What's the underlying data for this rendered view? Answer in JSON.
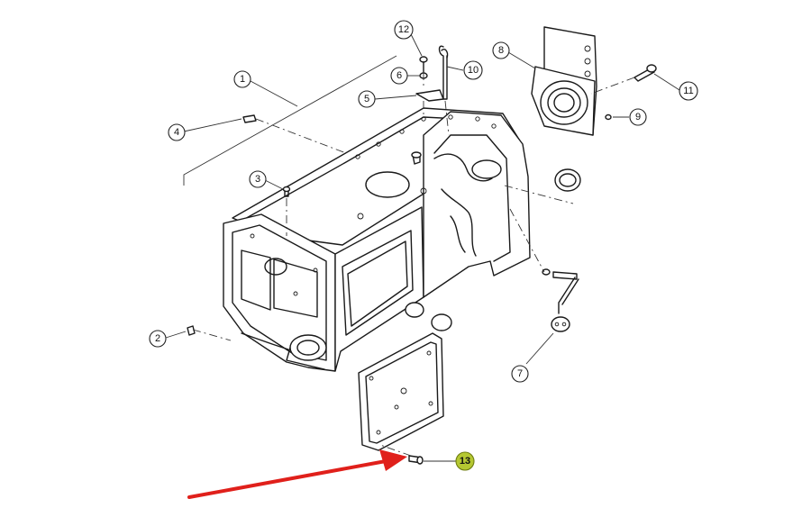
{
  "diagram": {
    "callouts": [
      {
        "id": "c1",
        "label": "1"
      },
      {
        "id": "c2",
        "label": "2"
      },
      {
        "id": "c3",
        "label": "3"
      },
      {
        "id": "c4",
        "label": "4"
      },
      {
        "id": "c5",
        "label": "5"
      },
      {
        "id": "c6",
        "label": "6"
      },
      {
        "id": "c7",
        "label": "7"
      },
      {
        "id": "c8",
        "label": "8"
      },
      {
        "id": "c9",
        "label": "9"
      },
      {
        "id": "c10",
        "label": "10"
      },
      {
        "id": "c11",
        "label": "11"
      },
      {
        "id": "c12",
        "label": "12"
      },
      {
        "id": "c13",
        "label": "13",
        "highlighted": true
      }
    ],
    "colors": {
      "highlight_fill": "#b5c832",
      "arrow": "#e0201b",
      "line": "#1a1a1a"
    }
  }
}
